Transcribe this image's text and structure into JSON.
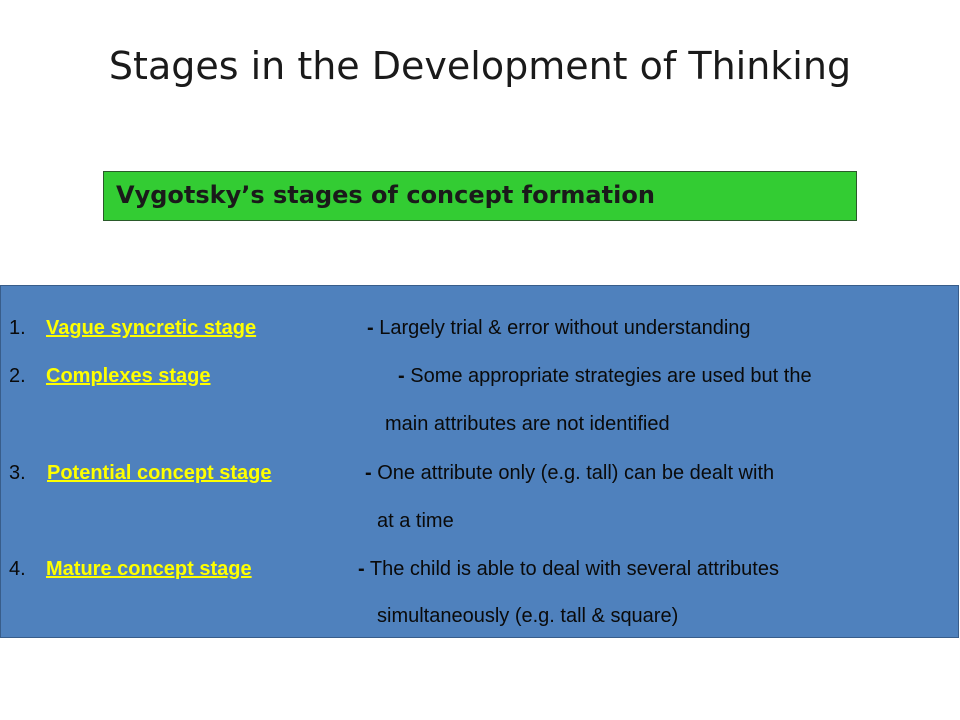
{
  "slide": {
    "title": "Stages in the Development of Thinking",
    "subtitle_box": "Vygotsky’s stages of concept formation"
  },
  "stages": [
    {
      "number": "1.",
      "name": "Vague syncretic stage",
      "dash": "-",
      "description_lines": [
        "Largely trial & error without understanding"
      ]
    },
    {
      "number": "2.",
      "name": "Complexes stage",
      "dash": "-",
      "description_lines": [
        "Some appropriate strategies are used but the",
        "main attributes are not identified"
      ]
    },
    {
      "number": "3.",
      "name": "Potential concept stage",
      "dash": "-",
      "description_lines": [
        "One attribute only (e.g. tall) can be dealt with",
        "at a time"
      ]
    },
    {
      "number": "4.",
      "name": "Mature concept stage",
      "dash": "-",
      "description_lines": [
        "The child is able to deal with several attributes",
        "simultaneously (e.g. tall & square)"
      ]
    }
  ],
  "colors": {
    "panel": "#4f81bd",
    "subtitle_box": "#33cc33",
    "stage_name": "#ffff00"
  }
}
